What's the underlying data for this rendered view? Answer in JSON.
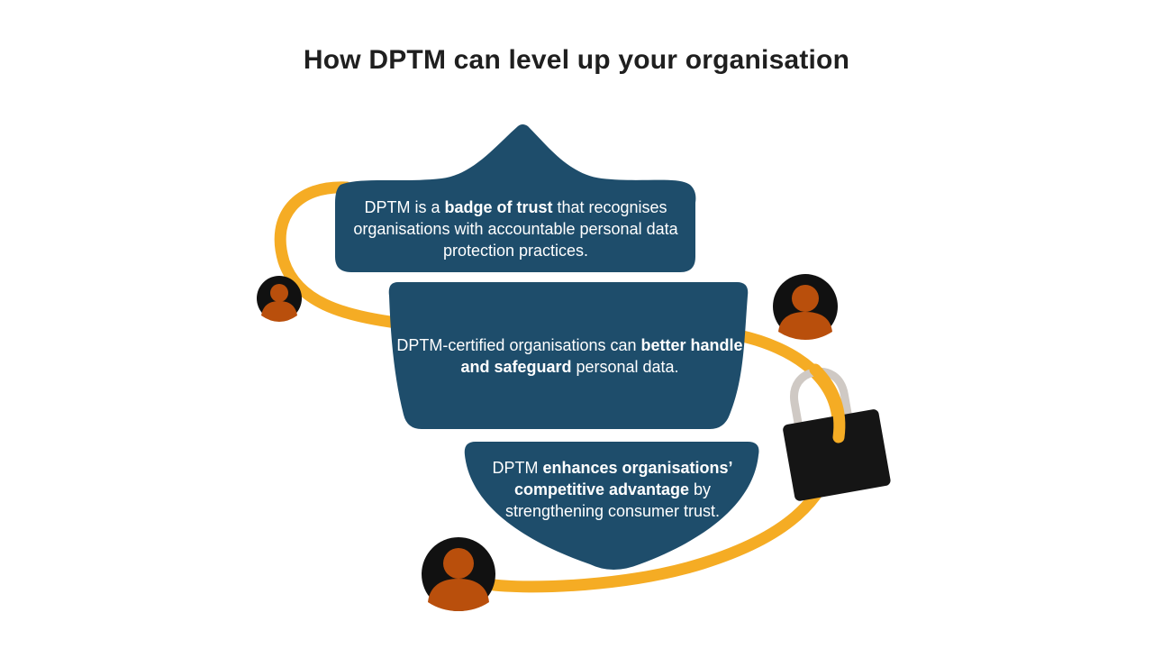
{
  "title": "How DPTM can level up your organisation",
  "panels": [
    {
      "pre": "DPTM is a ",
      "bold": "badge of trust",
      "post": " that recognises organisations with accountable personal data protection practices."
    },
    {
      "pre": "DPTM-certified organisations can ",
      "bold": "better handle and safeguard",
      "post": " personal data."
    },
    {
      "pre": "DPTM ",
      "bold": "enhances organisations’ competitive advantage",
      "post": " by strengthening consumer trust."
    }
  ],
  "colors": {
    "panel": "#1e4d6b",
    "path": "#f5ac24",
    "person_bg": "#111111",
    "person": "#b94f0c",
    "lock_body": "#151515",
    "lock_shackle": "#cfc9c4"
  },
  "icons": [
    "user-icon",
    "user-icon",
    "user-icon",
    "padlock-icon"
  ]
}
